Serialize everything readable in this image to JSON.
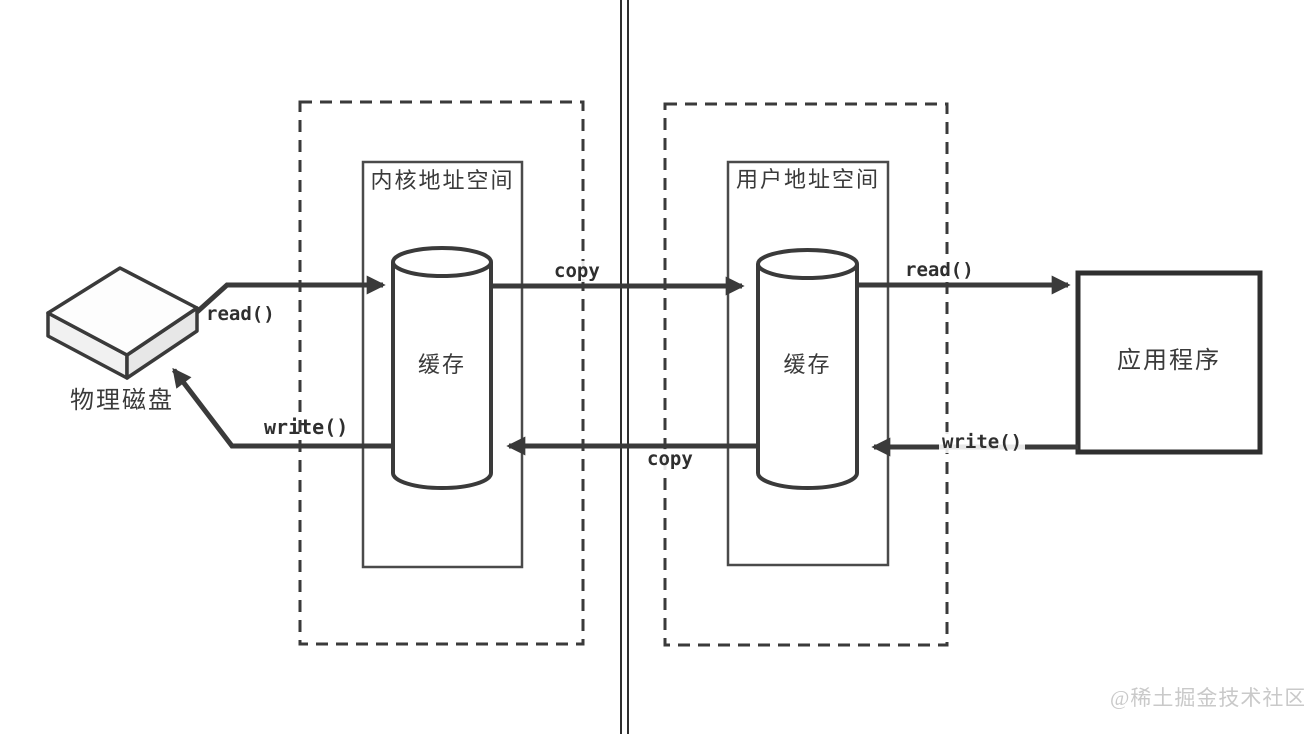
{
  "diagram": {
    "disk": {
      "label": "物理磁盘"
    },
    "kernel_space": {
      "title": "内核地址空间",
      "buffer_label": "缓存"
    },
    "user_space": {
      "title": "用户地址空间",
      "buffer_label": "缓存"
    },
    "application": {
      "label": "应用程序"
    },
    "flow_labels": {
      "read_disk_to_kernel": "read()",
      "write_kernel_to_disk": "write()",
      "copy_kernel_to_user": "copy",
      "copy_user_to_kernel": "copy",
      "read_user_to_app": "read()",
      "write_app_to_user": "write()"
    },
    "watermark": "@稀土掘金技术社区",
    "colors": {
      "line": "#3a3a3a",
      "disk_face_shade": "#ededed",
      "watermark": "#c9c9c9",
      "background": "#ffffff"
    }
  }
}
